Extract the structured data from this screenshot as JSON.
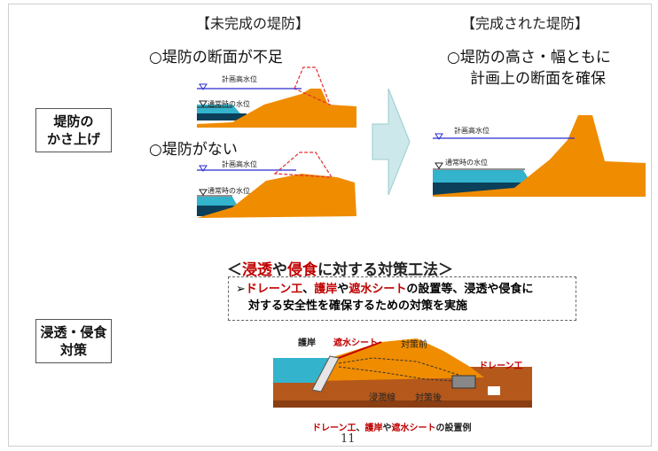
{
  "headings": {
    "incomplete": "【未完成の堤防】",
    "complete": "【完成された堤防】"
  },
  "incomplete": {
    "case1": "○堤防の断面が不足",
    "case2": "○堤防がない"
  },
  "complete": {
    "line1": "○堤防の高さ・幅ともに",
    "line2": "計画上の断面を確保"
  },
  "water_labels": {
    "planned": "計画高水位",
    "normal": "通常時の水位"
  },
  "side_labels": {
    "raise_line1": "堤防の",
    "raise_line2": "かさ上げ",
    "seepage_line1": "浸透・侵食",
    "seepage_line2": "対策"
  },
  "countermeasures": {
    "open": "＜",
    "word1": "浸透",
    "ya1": "や",
    "word2": "侵食",
    "rest": "に対する対策工法",
    "close": "＞",
    "note_arrow": "➢",
    "note_drain": "ドレーン工",
    "note_sep1": "、",
    "note_revet": "護岸",
    "note_ya": "や",
    "note_sheet": "遮水シート",
    "note_line1_rest": "の設置等、浸透や侵食に",
    "note_line2": "対する安全性を確保するための対策を実施"
  },
  "lower_diagram": {
    "revetment": "護岸",
    "sheet": "遮水シート",
    "before": "対策前",
    "after": "対策後",
    "seepage_line": "浸潤線",
    "drain": "ドレーン工"
  },
  "caption": {
    "drain": "ドレーン工",
    "sep": "、",
    "revet": "護岸",
    "ya": "や",
    "sheet": "遮水シート",
    "rest": "の設置例"
  },
  "page_number": "11",
  "colors": {
    "embankment": "#f08c00",
    "water": "#33b3cc",
    "dark_water": "#0b3f5a",
    "planned_line": "#2b2bd0",
    "dashed_red": "#e03030",
    "ground": "#b4581c",
    "arrow_fill": "#cde8ea",
    "accent_red": "#c00000"
  }
}
